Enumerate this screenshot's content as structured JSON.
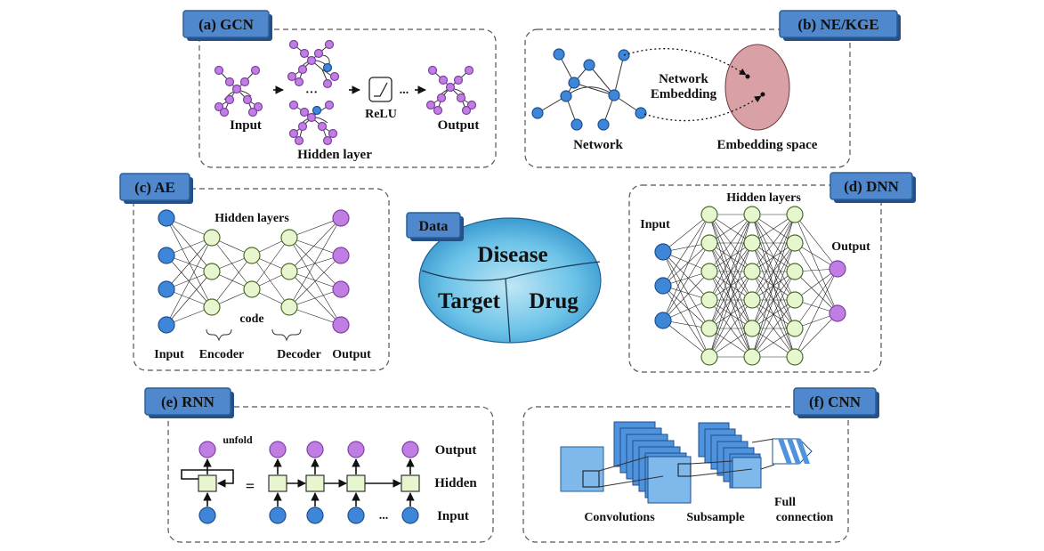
{
  "panels": {
    "gcn": {
      "title": "(a) GCN",
      "input": "Input",
      "hidden": "Hidden layer",
      "relu": "ReLU",
      "output": "Output",
      "ellipsis": "···",
      "dots": "..."
    },
    "nekge": {
      "title": "(b) NE/KGE",
      "network": "Network",
      "embedding_line1": "Network",
      "embedding_line2": "Embedding",
      "space": "Embedding space"
    },
    "ae": {
      "title": "(c) AE",
      "hidden": "Hidden layers",
      "code": "code",
      "input": "Input",
      "encoder": "Encoder",
      "decoder": "Decoder",
      "output": "Output"
    },
    "dnn": {
      "title": "(d) DNN",
      "input": "Input",
      "hidden": "Hidden layers",
      "output": "Output"
    },
    "rnn": {
      "title": "(e) RNN",
      "unfold": "unfold",
      "equals": "=",
      "ellipsis": "...",
      "output": "Output",
      "hidden": "Hidden",
      "input": "Input"
    },
    "cnn": {
      "title": "(f) CNN",
      "convolutions": "Convolutions",
      "subsample": "Subsample",
      "full1": "Full",
      "full2": "connection"
    }
  },
  "center": {
    "tag": "Data",
    "disease": "Disease",
    "target": "Target",
    "drug": "Drug"
  },
  "colors": {
    "tag_blue": "#4f88cc",
    "node_blue": "#3d86d8",
    "node_purple": "#c07ee2",
    "node_green": "#e8f6cf",
    "embedding": "#d9a0a6"
  }
}
